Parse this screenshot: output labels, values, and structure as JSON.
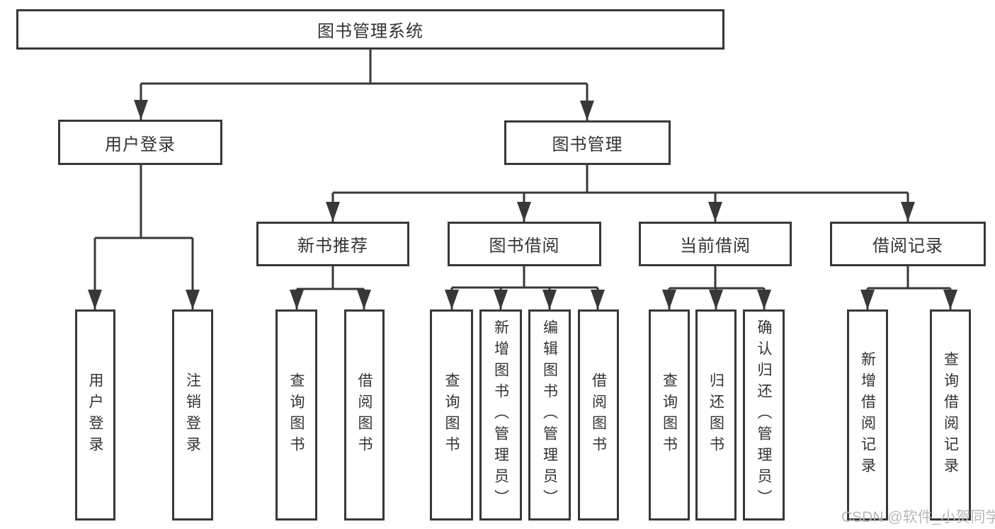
{
  "diagram": {
    "type": "hierarchy-tree",
    "title": "图书管理系统",
    "tree": {
      "label": "图书管理系统",
      "children": [
        {
          "label": "用户登录",
          "children": [
            {
              "label": "用户登录"
            },
            {
              "label": "注销登录"
            }
          ]
        },
        {
          "label": "图书管理",
          "children": [
            {
              "label": "新书推荐",
              "children": [
                {
                  "label": "查询图书"
                },
                {
                  "label": "借阅图书"
                }
              ]
            },
            {
              "label": "图书借阅",
              "children": [
                {
                  "label": "查询图书"
                },
                {
                  "label": "新增图书（管理员）"
                },
                {
                  "label": "编辑图书（管理员）"
                },
                {
                  "label": "借阅图书"
                }
              ]
            },
            {
              "label": "当前借阅",
              "children": [
                {
                  "label": "查询图书"
                },
                {
                  "label": "归还图书"
                },
                {
                  "label": "确认归还（管理员）"
                }
              ]
            },
            {
              "label": "借阅记录",
              "children": [
                {
                  "label": "新增借阅记录"
                },
                {
                  "label": "查询借阅记录"
                }
              ]
            }
          ]
        }
      ]
    }
  },
  "watermark": {
    "text": "CSDN @软件_小贺同学",
    "color": "#b8b8b8"
  },
  "colors": {
    "line": "#383838",
    "text": "#333333",
    "background": "#ffffff"
  }
}
